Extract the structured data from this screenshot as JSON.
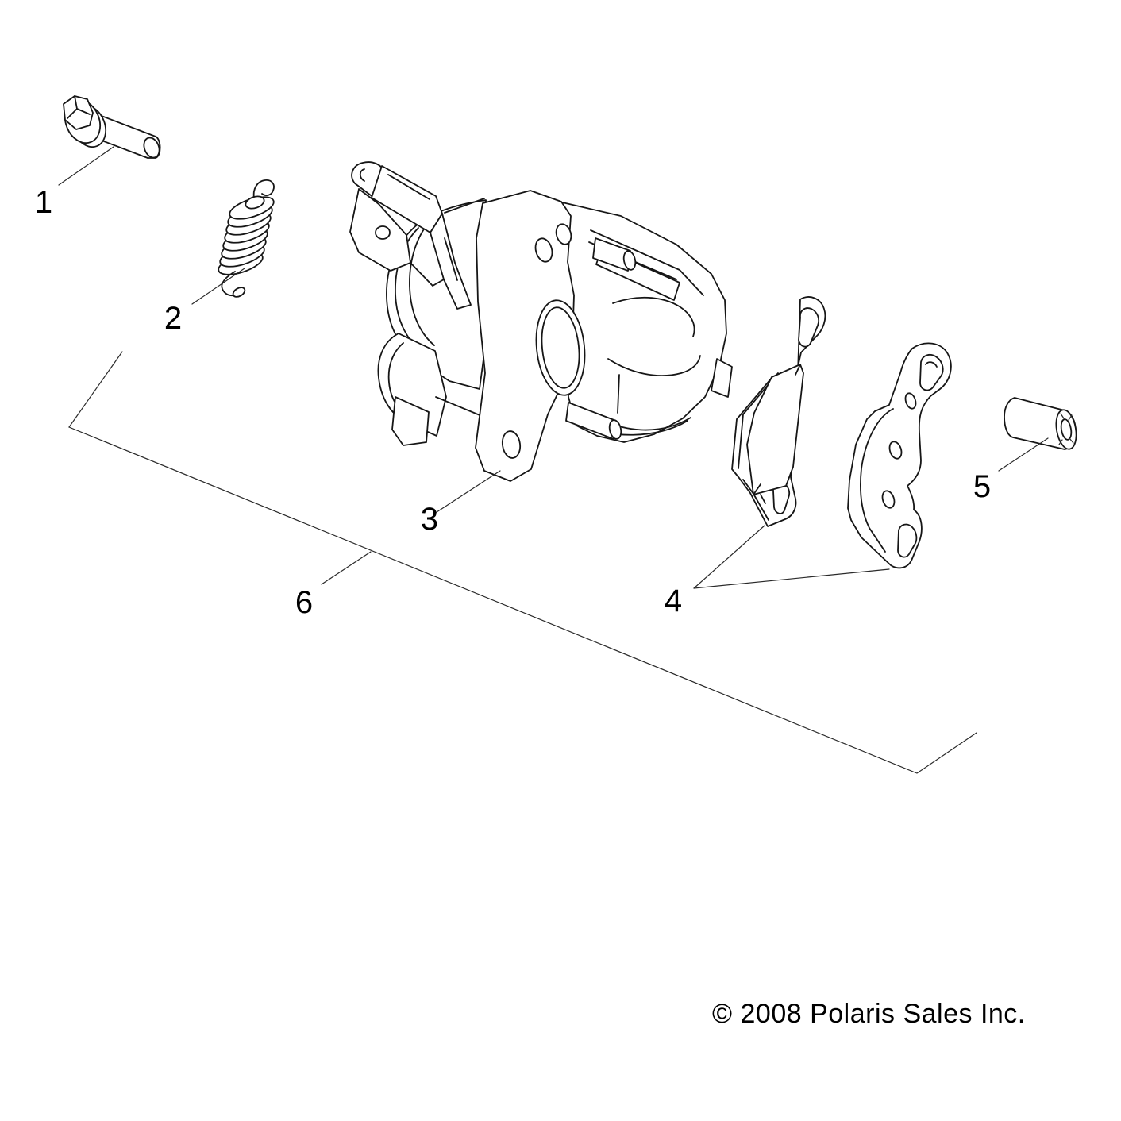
{
  "diagram": {
    "background_color": "#ffffff",
    "line_color": "#161616",
    "part_labels": [
      "1",
      "2",
      "3",
      "4",
      "5",
      "6"
    ],
    "copyright": "© 2008 Polaris Sales Inc."
  }
}
